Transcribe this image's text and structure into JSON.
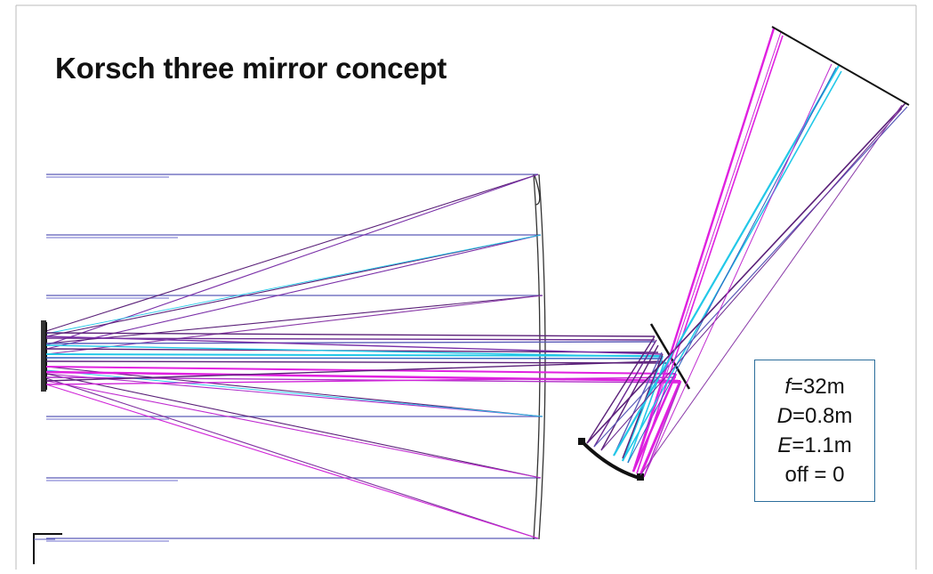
{
  "title": "Korsch three mirror concept",
  "params": [
    {
      "sym": "f",
      "val": "=32m"
    },
    {
      "sym": "D",
      "val": "=0.8m"
    },
    {
      "sym": "E",
      "val": "=1.1m"
    },
    {
      "sym": "",
      "val": "off = 0"
    }
  ],
  "colors": {
    "purple": "#5a2078",
    "magenta": "#e020e0",
    "cyan": "#22c8e8",
    "indigo": "#5a5ab8",
    "box_border": "#2c6e9b"
  }
}
